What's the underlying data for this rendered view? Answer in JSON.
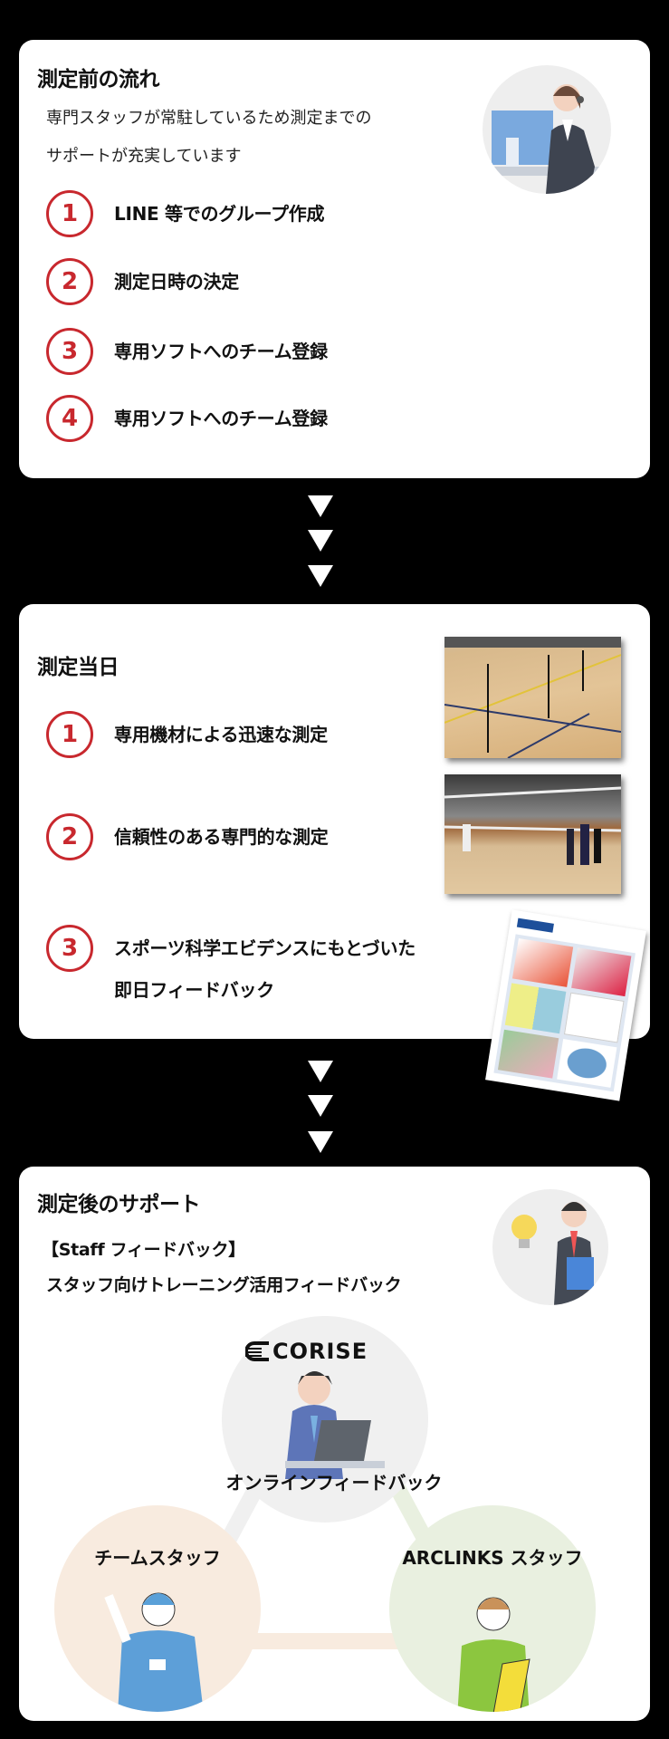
{
  "before": {
    "title": "測定前の流れ",
    "description_lines": [
      "専門スタッフが常駐しているため測定までの",
      "サポートが充実しています"
    ],
    "steps": [
      {
        "num": "1",
        "label": "LINE 等でのグループ作成"
      },
      {
        "num": "2",
        "label": "測定日時の決定"
      },
      {
        "num": "3",
        "label": "専用ソフトへのチーム登録"
      },
      {
        "num": "4",
        "label": "専用ソフトへのチーム登録"
      }
    ]
  },
  "day": {
    "title": "測定当日",
    "steps": [
      {
        "num": "1",
        "label": "専用機材による迅速な測定"
      },
      {
        "num": "2",
        "label": "信頼性のある専門的な測定"
      },
      {
        "num": "3",
        "label_lines": [
          "スポーツ科学エビデンスにもとづいた",
          "即日フィードバック"
        ]
      }
    ]
  },
  "after": {
    "title": "測定後のサポート",
    "staff_heading": "【Staff フィードバック】",
    "staff_desc": "スタッフ向けトレーニング活用フィードバック",
    "logo_text": "CORISE",
    "center_label": "オンラインフィードバック",
    "left_label": "チームスタッフ",
    "right_label": "ARCLINKS スタッフ"
  },
  "colors": {
    "accent": "#c8282e",
    "peach": "#f8ebdf",
    "green": "#e9f0e0",
    "grey": "#f0f0f0"
  }
}
